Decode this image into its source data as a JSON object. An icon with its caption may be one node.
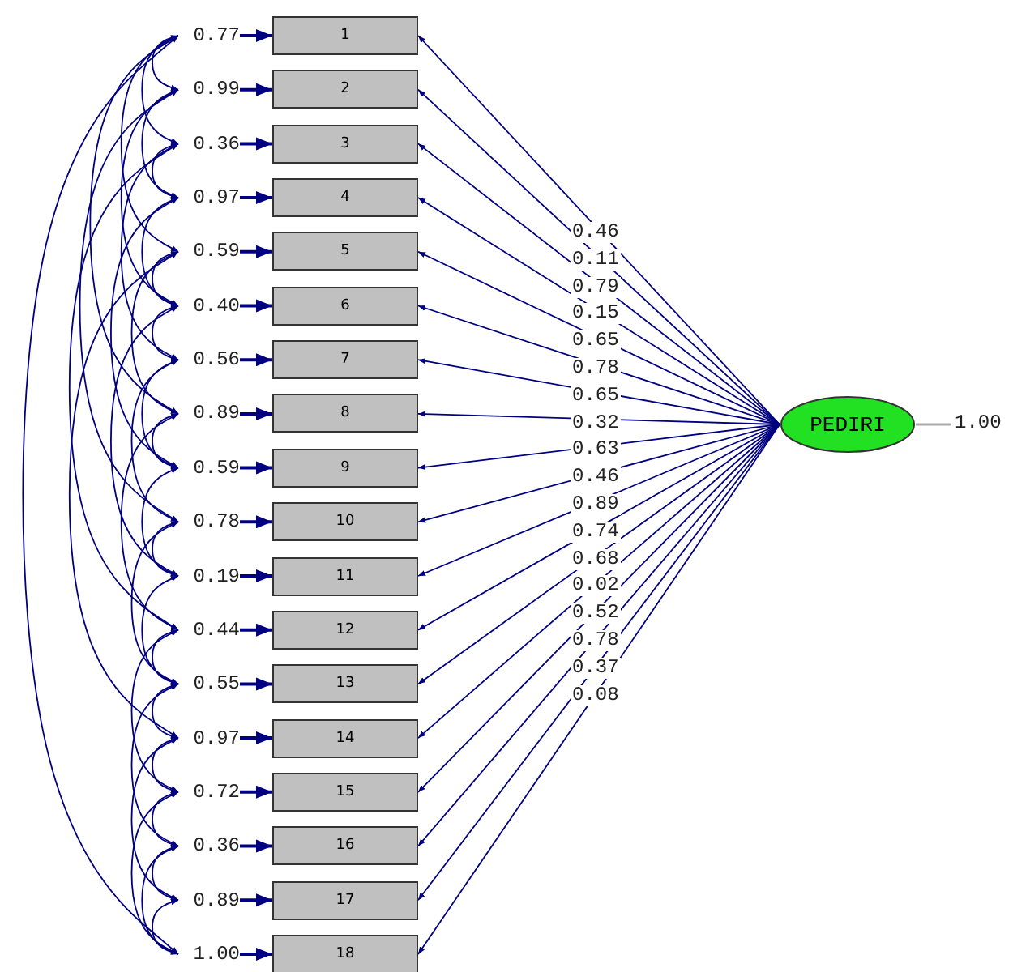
{
  "diagram": {
    "nodes": [
      {
        "text": [
          "1"
        ]
      },
      {
        "text": [
          "2"
        ]
      },
      {
        "text": [
          "3"
        ]
      },
      {
        "text": [
          "4"
        ]
      },
      {
        "text": [
          "5"
        ]
      },
      {
        "text": [
          "6"
        ]
      },
      {
        "text": [
          "7"
        ]
      },
      {
        "text": [
          "8"
        ]
      },
      {
        "text": [
          "9"
        ]
      },
      {
        "text": [
          "10"
        ]
      },
      {
        "text": [
          "11"
        ]
      },
      {
        "text": [
          "12"
        ]
      },
      {
        "text": [
          "13"
        ]
      },
      {
        "text": [
          "14"
        ]
      },
      {
        "text": [
          "15"
        ]
      },
      {
        "text": [
          "16"
        ]
      },
      {
        "text": [
          "17"
        ]
      },
      {
        "text": [
          "18"
        ]
      },
      {
        "text": [
          "PEDIRI"
        ],
        "beside": [
          "1.00"
        ]
      },
      {
        "text": [
          "0.77"
        ]
      },
      {
        "text": [
          "0.99"
        ]
      },
      {
        "text": [
          "0.36"
        ]
      },
      {
        "text": [
          "0.97"
        ]
      },
      {
        "text": [
          "0.59"
        ]
      },
      {
        "text": [
          "0.40"
        ]
      },
      {
        "text": [
          "0.56"
        ]
      },
      {
        "text": [
          "0.89"
        ]
      },
      {
        "text": [
          "0.59"
        ]
      },
      {
        "text": [
          "0.78"
        ]
      },
      {
        "text": [
          "0.19"
        ]
      },
      {
        "text": [
          "0.44"
        ]
      },
      {
        "text": [
          "0.55"
        ]
      },
      {
        "text": [
          "0.97"
        ]
      },
      {
        "text": [
          "0.72"
        ]
      },
      {
        "text": [
          "0.36"
        ]
      },
      {
        "text": [
          "0.89"
        ]
      },
      {
        "text": [
          "1.00"
        ]
      }
    ],
    "edges": [
      {
        "from": 18,
        "to": 0,
        "arrow": "to",
        "label": "0.46"
      },
      {
        "from": 18,
        "to": 1,
        "arrow": "to",
        "label": "0.11"
      },
      {
        "from": 18,
        "to": 2,
        "arrow": "to",
        "label": "0.79"
      },
      {
        "from": 18,
        "to": 3,
        "arrow": "to",
        "label": "0.15"
      },
      {
        "from": 18,
        "to": 4,
        "arrow": "to",
        "label": "0.65"
      },
      {
        "from": 18,
        "to": 5,
        "arrow": "to",
        "label": "0.78"
      },
      {
        "from": 18,
        "to": 6,
        "arrow": "to",
        "label": "0.65"
      },
      {
        "from": 18,
        "to": 7,
        "arrow": "to",
        "label": "0.32"
      },
      {
        "from": 18,
        "to": 8,
        "arrow": "to",
        "label": "0.63"
      },
      {
        "from": 18,
        "to": 9,
        "arrow": "to",
        "label": "0.46"
      },
      {
        "from": 18,
        "to": 10,
        "arrow": "to",
        "label": "0.89"
      },
      {
        "from": 18,
        "to": 11,
        "arrow": "to",
        "label": "0.74"
      },
      {
        "from": 18,
        "to": 12,
        "arrow": "to",
        "label": "0.68"
      },
      {
        "from": 18,
        "to": 13,
        "arrow": "to",
        "label": "0.02"
      },
      {
        "from": 18,
        "to": 14,
        "arrow": "to",
        "label": "0.52"
      },
      {
        "from": 18,
        "to": 15,
        "arrow": "to",
        "label": "0.78"
      },
      {
        "from": 18,
        "to": 16,
        "arrow": "to",
        "label": "0.37"
      },
      {
        "from": 18,
        "to": 17,
        "arrow": "to",
        "label": "0.08"
      },
      {
        "from": 19,
        "to": 0,
        "arrow": "to"
      },
      {
        "from": 20,
        "to": 1,
        "arrow": "to"
      },
      {
        "from": 21,
        "to": 2,
        "arrow": "to"
      },
      {
        "from": 22,
        "to": 3,
        "arrow": "to"
      },
      {
        "from": 23,
        "to": 4,
        "arrow": "to"
      },
      {
        "from": 24,
        "to": 5,
        "arrow": "to"
      },
      {
        "from": 25,
        "to": 6,
        "arrow": "to"
      },
      {
        "from": 26,
        "to": 7,
        "arrow": "to"
      },
      {
        "from": 27,
        "to": 8,
        "arrow": "to"
      },
      {
        "from": 28,
        "to": 9,
        "arrow": "to"
      },
      {
        "from": 29,
        "to": 10,
        "arrow": "to"
      },
      {
        "from": 30,
        "to": 11,
        "arrow": "to"
      },
      {
        "from": 31,
        "to": 12,
        "arrow": "to"
      },
      {
        "from": 32,
        "to": 13,
        "arrow": "to"
      },
      {
        "from": 33,
        "to": 14,
        "arrow": "to"
      },
      {
        "from": 34,
        "to": 15,
        "arrow": "to"
      },
      {
        "from": 35,
        "to": 16,
        "arrow": "to"
      },
      {
        "from": 36,
        "to": 17,
        "arrow": "to"
      },
      {
        "from": 19,
        "to": 20,
        "arrow": "both"
      },
      {
        "from": 19,
        "to": 21,
        "arrow": "both"
      },
      {
        "from": 19,
        "to": 23,
        "arrow": "both"
      },
      {
        "from": 19,
        "to": 26,
        "arrow": "both"
      },
      {
        "from": 19,
        "to": 36,
        "arrow": "both"
      },
      {
        "from": 20,
        "to": 22,
        "arrow": "both"
      },
      {
        "from": 20,
        "to": 24,
        "arrow": "both"
      },
      {
        "from": 20,
        "to": 28,
        "arrow": "both"
      },
      {
        "from": 21,
        "to": 22,
        "arrow": "both"
      },
      {
        "from": 21,
        "to": 25,
        "arrow": "both"
      },
      {
        "from": 21,
        "to": 30,
        "arrow": "both"
      },
      {
        "from": 22,
        "to": 24,
        "arrow": "both"
      },
      {
        "from": 22,
        "to": 27,
        "arrow": "both"
      },
      {
        "from": 23,
        "to": 24,
        "arrow": "both"
      },
      {
        "from": 23,
        "to": 26,
        "arrow": "both"
      },
      {
        "from": 23,
        "to": 32,
        "arrow": "both"
      },
      {
        "from": 24,
        "to": 25,
        "arrow": "both"
      },
      {
        "from": 24,
        "to": 29,
        "arrow": "both"
      },
      {
        "from": 25,
        "to": 27,
        "arrow": "both"
      },
      {
        "from": 25,
        "to": 28,
        "arrow": "both"
      },
      {
        "from": 26,
        "to": 27,
        "arrow": "both"
      },
      {
        "from": 26,
        "to": 30,
        "arrow": "both"
      },
      {
        "from": 27,
        "to": 29,
        "arrow": "both"
      },
      {
        "from": 28,
        "to": 29,
        "arrow": "both"
      },
      {
        "from": 28,
        "to": 31,
        "arrow": "both"
      },
      {
        "from": 29,
        "to": 31,
        "arrow": "both"
      },
      {
        "from": 30,
        "to": 31,
        "arrow": "both"
      },
      {
        "from": 30,
        "to": 33,
        "arrow": "both"
      },
      {
        "from": 31,
        "to": 32,
        "arrow": "both"
      },
      {
        "from": 31,
        "to": 34,
        "arrow": "both"
      },
      {
        "from": 32,
        "to": 33,
        "arrow": "both"
      },
      {
        "from": 32,
        "to": 35,
        "arrow": "both"
      },
      {
        "from": 33,
        "to": 34,
        "arrow": "both"
      },
      {
        "from": 33,
        "to": 36,
        "arrow": "both"
      },
      {
        "from": 34,
        "to": 35,
        "arrow": "both"
      },
      {
        "from": 34,
        "to": 36,
        "arrow": "both"
      },
      {
        "from": 35,
        "to": 36,
        "arrow": "both"
      }
    ]
  }
}
